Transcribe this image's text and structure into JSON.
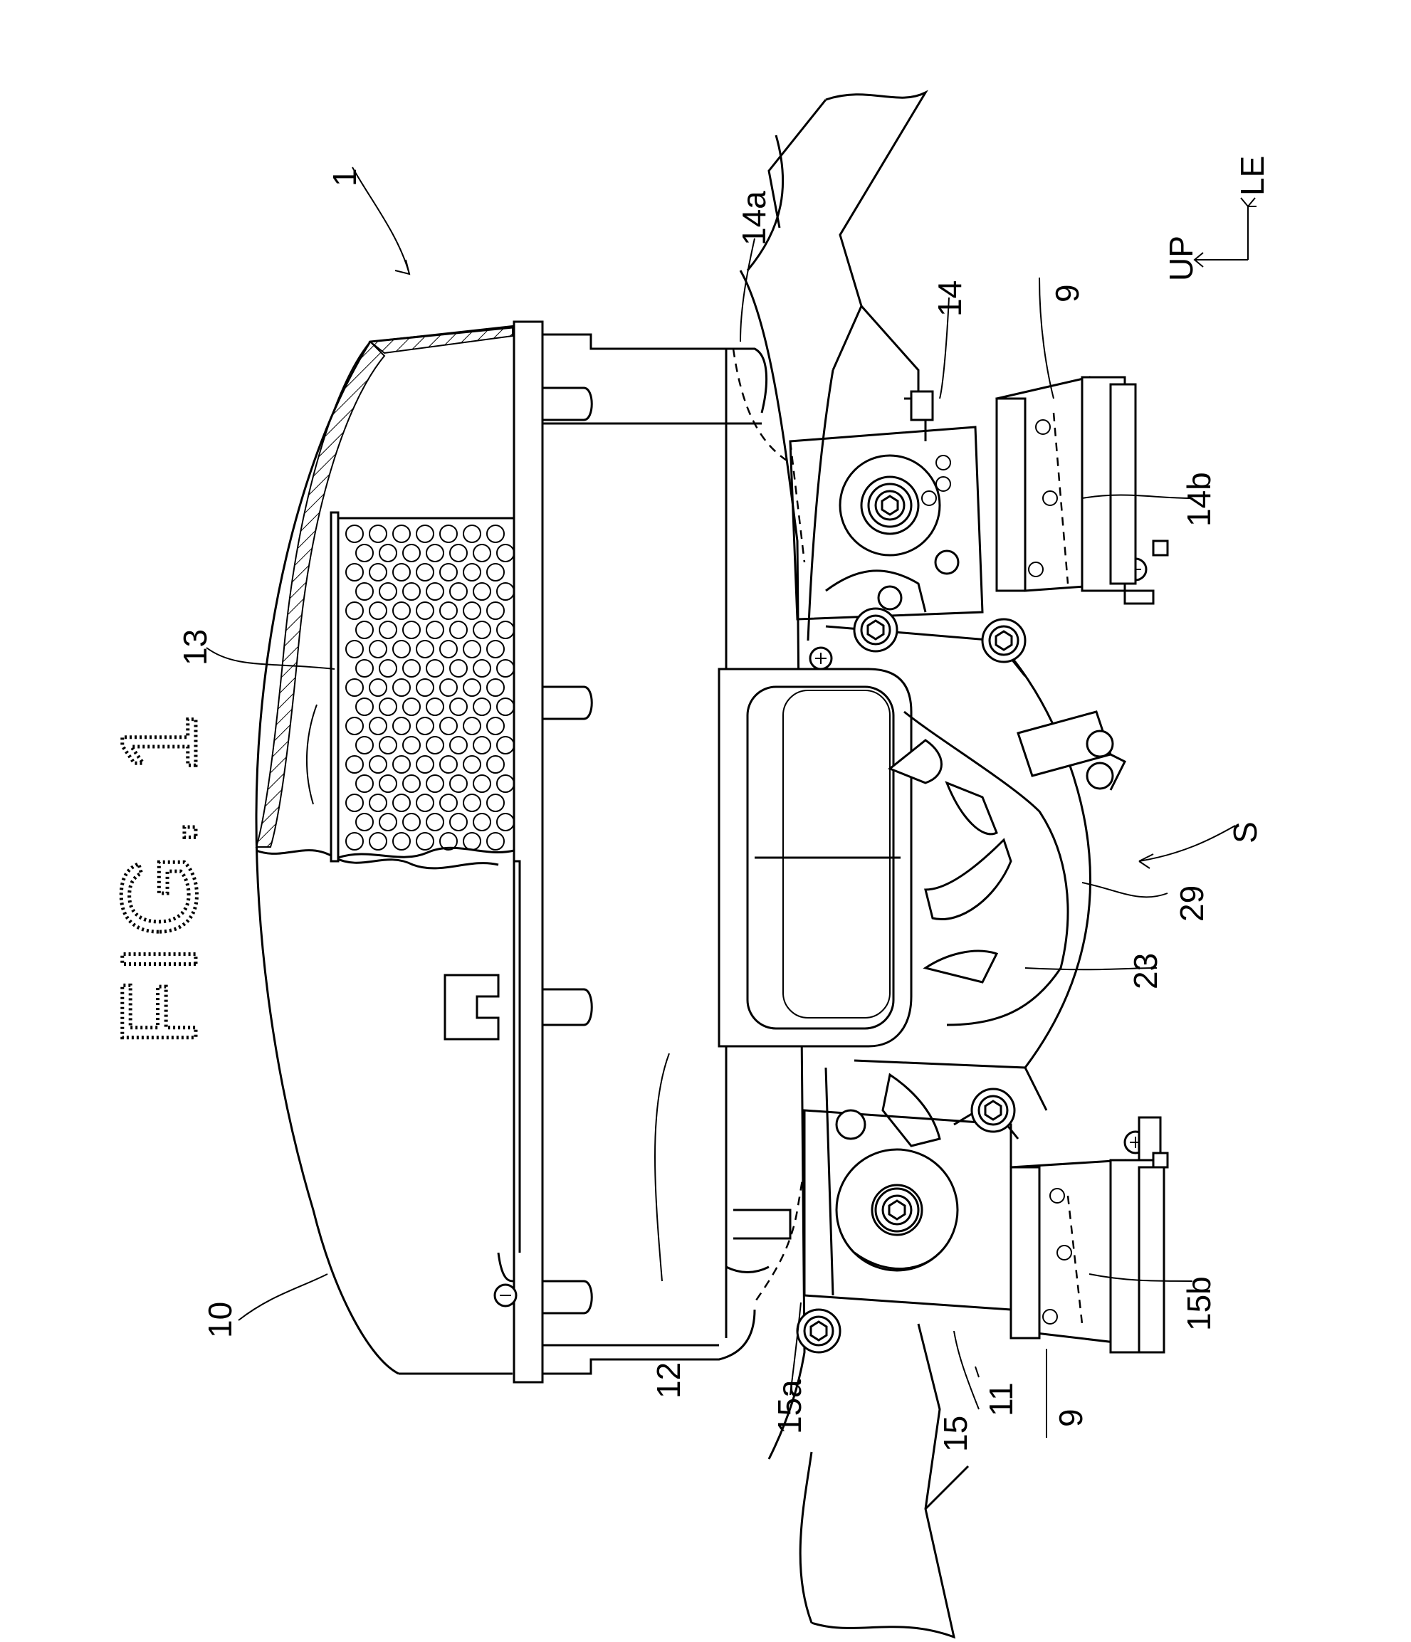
{
  "figure_title": "FIG. 1",
  "reference_labels": {
    "r1": "1",
    "r9_top": "9",
    "r9_bottom": "9",
    "r10": "10",
    "r11": "11",
    "r12": "12",
    "r13": "13",
    "r14": "14",
    "r14a": "14a",
    "r14b": "14b",
    "r15": "15",
    "r15a": "15a",
    "r15b": "15b",
    "r23": "23",
    "r29": "29",
    "rS": "S"
  },
  "orientation": {
    "up": "UP",
    "le": "LE"
  }
}
